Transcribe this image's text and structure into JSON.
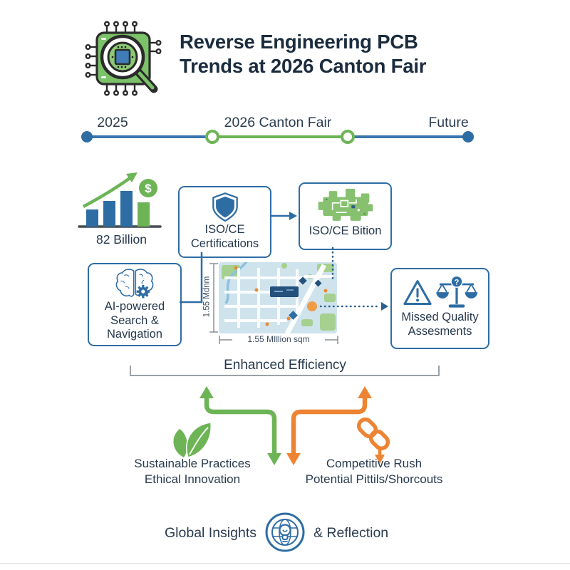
{
  "header": {
    "title_line1": "Reverse Engineering PCB",
    "title_line2": "Trends at 2026 Canton Fair"
  },
  "timeline": {
    "past_label": "2025",
    "mid_label": "2026 Canton Fair",
    "future_label": "Future"
  },
  "market": {
    "value_label": "82 Billion",
    "dollar_glyph": "$"
  },
  "boxes": {
    "certifications": {
      "line1": "ISO/CE",
      "line2": "Certifications"
    },
    "bition": {
      "label": "ISO/CE Bition"
    },
    "ai_search": {
      "line1": "AI-powered",
      "line2": "Search &",
      "line3": "Navigation"
    },
    "missed_quality": {
      "line1": "Missed Quality",
      "line2": "Assesments",
      "question_glyph": "?"
    }
  },
  "map": {
    "width_label": "1.55 MIllion sqm",
    "height_label": "1.55 Mdnm"
  },
  "bracket": {
    "label": "Enhanced Efficiency"
  },
  "outcomes": {
    "sustainable": {
      "line1": "Sustainable Practices",
      "line2": "Ethical Innovation"
    },
    "competitive": {
      "line1": "Competitive Rush",
      "line2": "Potential Pittils/Shorcouts"
    }
  },
  "footer": {
    "left_label": "Global Insights",
    "right_label": "& Reflection"
  },
  "icons": {
    "logo": "pcb-magnifier-icon",
    "growth": "bar-chart-growth-dollar-icon",
    "certifications": "shield-icon",
    "bition": "pcb-board-icon",
    "ai_search": "brain-gear-icon",
    "missed_quality": "warning-and-scales-icon",
    "sustainable": "leaf-icon",
    "competitive": "chain-links-icon",
    "footer": "globe-lightbulb-icon"
  },
  "colors": {
    "blue": "#2e6da4",
    "green": "#6db456",
    "orange": "#ed8434",
    "navy": "#24507c",
    "text": "#26394c",
    "map_bg": "#cfe3ed"
  }
}
